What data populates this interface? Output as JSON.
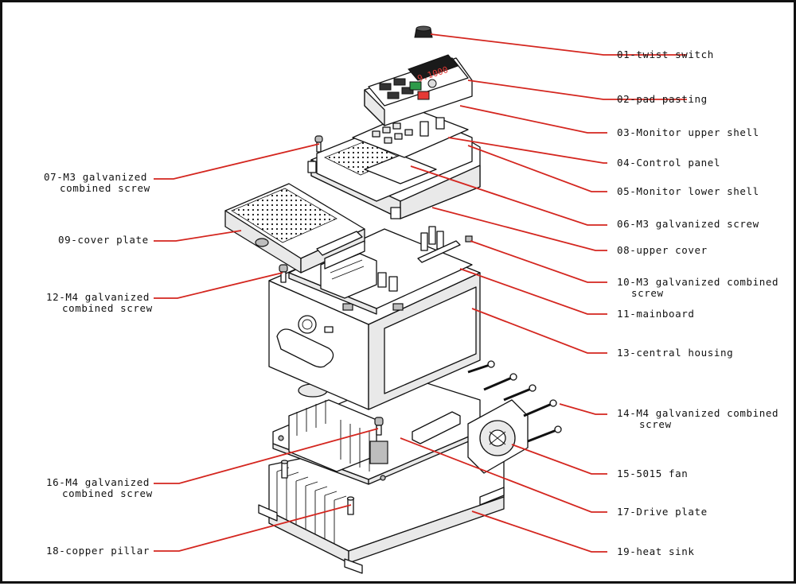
{
  "colors": {
    "leader": "#d4261f",
    "outline": "#111111",
    "display": "#e53935",
    "button_green": "#2e9b4a"
  },
  "labels": {
    "l01": "01-twist switch",
    "l02": "02-pad pasting",
    "l03": "03-Monitor upper shell",
    "l04": "04-Control panel",
    "l05": "05-Monitor lower shell",
    "l06": "06-M3 galvanized screw",
    "l07_line1": "07-M3 galvanized",
    "l07_line2": "combined screw",
    "l08": "08-upper cover",
    "l09": "09-cover plate",
    "l10_line1": "10-M3 galvanized combined",
    "l10_line2": "screw",
    "l11": "11-mainboard",
    "l12_line1": "12-M4 galvanized",
    "l12_line2": "combined screw",
    "l13": "13-central housing",
    "l14_line1": "14-M4 galvanized combined",
    "l14_line2": "screw",
    "l15": "15-5015 fan",
    "l16_line1": "16-M4 galvanized",
    "l16_line2": "combined screw",
    "l17": "17-Drive plate",
    "l18": "18-copper pillar",
    "l19": "19-heat sink"
  },
  "display_readout": "9.1000"
}
